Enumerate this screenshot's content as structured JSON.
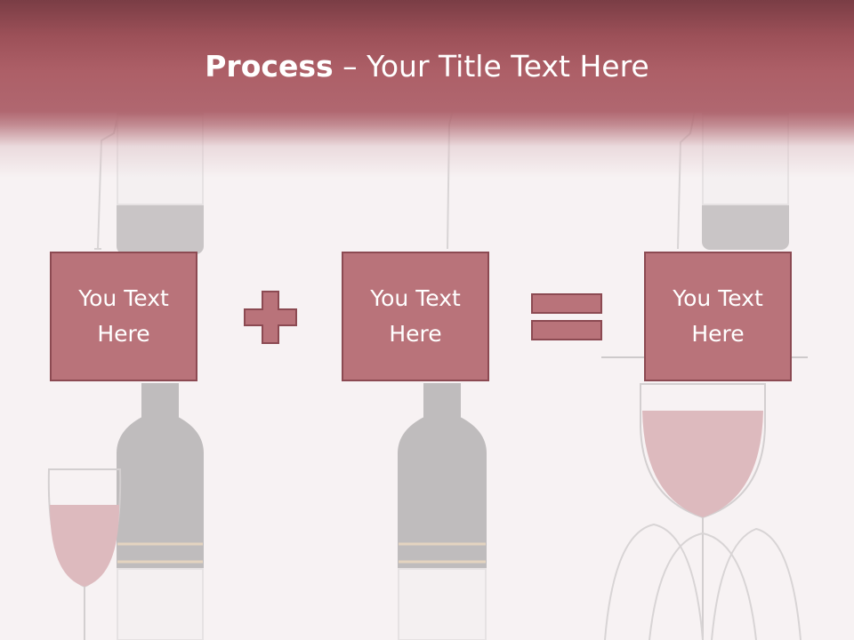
{
  "title": {
    "bold_part": "Process",
    "separator": " – ",
    "rest": "Your Title Text Here"
  },
  "boxes": [
    {
      "text": "You Text Here"
    },
    {
      "text": "You Text Here"
    },
    {
      "text": "You Text Here"
    }
  ],
  "operators": [
    {
      "icon": "plus-icon"
    },
    {
      "icon": "equals-icon"
    }
  ],
  "colors": {
    "title_band": "#ad5f67",
    "box_fill": "#b9737a",
    "box_border": "#8c4a52",
    "background": "#f7f2f3",
    "wine": "#b0505a"
  }
}
